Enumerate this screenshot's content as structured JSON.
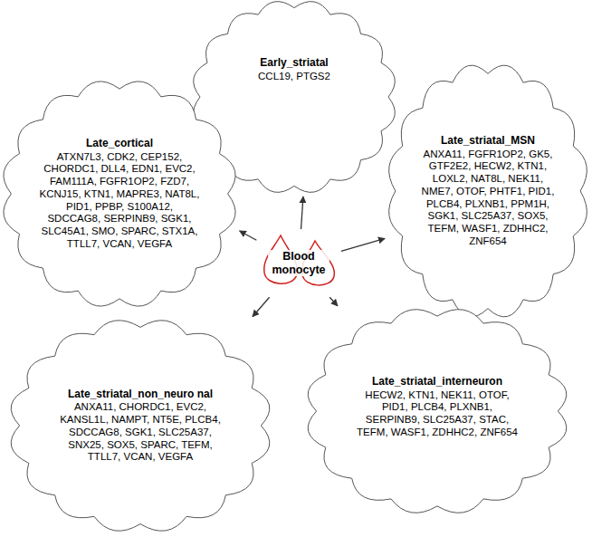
{
  "diagram": {
    "nodes": [
      {
        "text": [
          "Early_striatal",
          "CCL19, PTGS2"
        ]
      },
      {
        "text": [
          "Late_cortical",
          "ATXN7L3, CDK2, CEP152, CHORDC1, DLL4, EDN1, EVC2, FAM111A, FGFR1OP2, FZD7, KCNJ15, KTN1, MAPRE3, NAT8L, PID1, PPBP, S100A12, SDCCAG8, SERPINB9, SGK1, SLC45A1, SMO, SPARC, STX1A, TTLL7, VCAN, VEGFA"
        ]
      },
      {
        "text": [
          "Late_striatal_MSN",
          "ANXA11, FGFR1OP2, GK5, GTF2E2, HECW2, KTN1, LOXL2, NAT8L, NEK11, NME7, OTOF, PHTF1, PID1, PLCB4, PLXNB1, PPM1H, SGK1, SLC25A37, SOX5, TEFM, WASF1, ZDHHC2, ZNF654"
        ]
      },
      {
        "text": [
          "Blood monocyte"
        ]
      },
      {
        "text": [
          "Late_striatal_non_neuro nal",
          "ANXA11, CHORDC1, EVC2, KANSL1L, NAMPT, NT5E, PLCB4, SDCCAG8, SGK1, SLC25A37, SNX25, SOX5, SPARC, TEFM, TTLL7, VCAN, VEGFA"
        ]
      },
      {
        "text": [
          "Late_striatal_interneuron",
          "HECW2, KTN1, NEK11, OTOF, PID1, PLCB4, PLXNB1, SERPINB9, SLC25A37, STAC, TEFM, WASF1, ZDHHC2, ZNF654"
        ]
      }
    ],
    "edges": [
      {
        "from": 3,
        "to": 0,
        "arrow": "to"
      },
      {
        "from": 3,
        "to": 1,
        "arrow": "to"
      },
      {
        "from": 3,
        "to": 2,
        "arrow": "to"
      },
      {
        "from": 3,
        "to": 4,
        "arrow": "to"
      },
      {
        "from": 3,
        "to": 5,
        "arrow": "to"
      }
    ]
  }
}
